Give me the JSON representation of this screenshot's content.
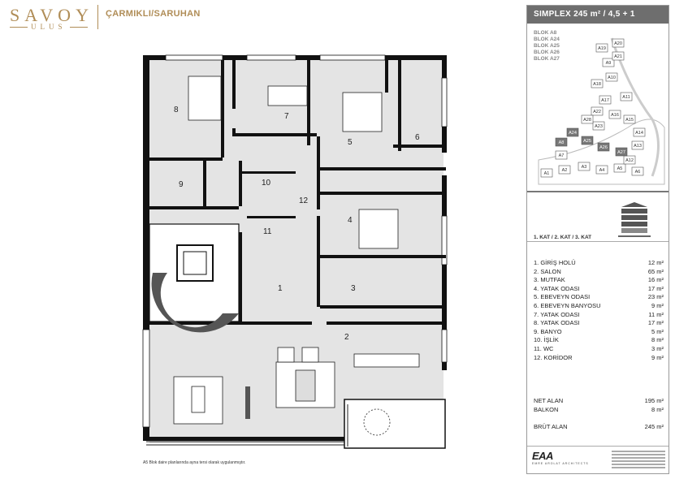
{
  "brand": {
    "name": "SAVOY",
    "sub": "ULUS"
  },
  "location": "ÇARMIKLI/SARUHAN",
  "panel": {
    "title": "SIMPLEX 245 m² / 4,5 + 1",
    "blocks": [
      "BLOK A8",
      "BLOK A24",
      "BLOK A25",
      "BLOK A26",
      "BLOK A27"
    ],
    "floor_label": "1. KAT / 2. KAT / 3. KAT",
    "site_labels": [
      "A1",
      "A2",
      "A3",
      "A4",
      "A5",
      "A6",
      "A7",
      "A8",
      "A9",
      "A10",
      "A11",
      "A12",
      "A13",
      "A14",
      "A15",
      "A16",
      "A17",
      "A18",
      "A19",
      "A20",
      "A21",
      "A22",
      "A23",
      "A24",
      "A25",
      "A26",
      "A27",
      "A28"
    ],
    "rooms": [
      {
        "name": "1. GİRİŞ HOLÜ",
        "area": "12 m²"
      },
      {
        "name": "2. SALON",
        "area": "65 m²"
      },
      {
        "name": "3. MUTFAK",
        "area": "16 m²"
      },
      {
        "name": "4. YATAK ODASI",
        "area": "17 m²"
      },
      {
        "name": "5. EBEVEYN ODASI",
        "area": "23 m²"
      },
      {
        "name": "6. EBEVEYN BANYOSU",
        "area": "9 m²"
      },
      {
        "name": "7. YATAK ODASI",
        "area": "11 m²"
      },
      {
        "name": "8. YATAK ODASI",
        "area": "17 m²"
      },
      {
        "name": "9. BANYO",
        "area": "5 m²"
      },
      {
        "name": "10. İŞLİK",
        "area": "8 m²"
      },
      {
        "name": "11. WC",
        "area": "3 m²"
      },
      {
        "name": "12. KORİDOR",
        "area": "9 m²"
      }
    ],
    "net_label": "NET ALAN",
    "net_value": "195 m²",
    "balcony_label": "BALKON",
    "balcony_value": "8 m²",
    "gross_label": "BRÜT ALAN",
    "gross_value": "245 m²",
    "architect": "EAA",
    "architect_sub": "EMRE AROLAT ARCHITECTS"
  },
  "plan": {
    "room_numbers": [
      "1",
      "2",
      "3",
      "4",
      "5",
      "6",
      "7",
      "8",
      "9",
      "10",
      "11",
      "12"
    ],
    "note": "A5 Blok daire planlarında ayna tersi olarak uygulanmıştır."
  },
  "colors": {
    "gold": "#b08d57",
    "wall": "#111111",
    "floor": "#e4e4e4",
    "panel_header": "#6e6e6e"
  }
}
